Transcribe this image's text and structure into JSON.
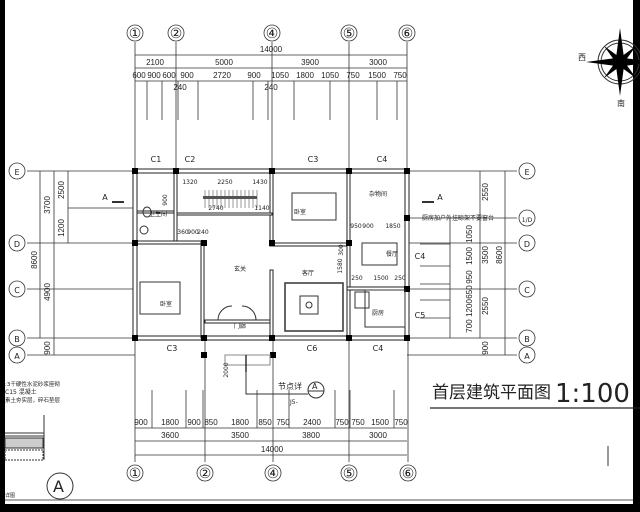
{
  "title": {
    "name": "首层建筑平面图",
    "scale": "1:100"
  },
  "compass": {
    "west": "西",
    "south": "南"
  },
  "axes": {
    "columns": [
      "①",
      "②",
      "④",
      "⑤",
      "⑥"
    ],
    "rows": [
      "E",
      "D",
      "C",
      "B",
      "A"
    ],
    "row_D_half": "1/D"
  },
  "dimensions": {
    "top_total": "14000",
    "top_bays": [
      "2100",
      "5000",
      "3900",
      "3000"
    ],
    "top_detail": [
      "600",
      "900",
      "600",
      "900",
      "2720",
      "900",
      "1050",
      "1800",
      "1050",
      "750",
      "1500",
      "750"
    ],
    "wall_240": "240",
    "bottom_detail": [
      "900",
      "1800",
      "900",
      "850",
      "1800",
      "850",
      "750",
      "2400",
      "750",
      "750",
      "1500",
      "750"
    ],
    "bottom_bays": [
      "3600",
      "3500",
      "3800",
      "3000"
    ],
    "bottom_total": "14000",
    "left": [
      "3700",
      "2500",
      "1200",
      "8600",
      "4900",
      "900"
    ],
    "right": [
      "2550",
      "1050",
      "1500",
      "3500",
      "8600",
      "950",
      "650",
      "1200",
      "2550",
      "700",
      "900"
    ],
    "interior": [
      "1320",
      "2250",
      "1430",
      "2740",
      "1140",
      "2000",
      "900",
      "360",
      "900",
      "240",
      "950",
      "900",
      "1850",
      "250",
      "1500",
      "250",
      "1580",
      "300"
    ]
  },
  "windows": {
    "top": [
      "C1",
      "C2",
      "C3",
      "C4"
    ],
    "bottom": [
      "C3",
      "C6",
      "C4"
    ],
    "right": [
      "C4",
      "C5"
    ]
  },
  "rooms": {
    "bathroom": "卫生间",
    "foyer": "玄关",
    "bedroom_left": "卧室",
    "porch": "门廊",
    "bedroom_right": "卧室",
    "living": "客厅",
    "storage": "杂物间",
    "dining": "餐厅",
    "kitchen": "厨房"
  },
  "notes": {
    "kitchen_note": "厨房加户外挂晾架不要窗台",
    "section_mark": "A",
    "detail_label": "节点详",
    "detail_ref": "A",
    "detail_sheet": "J5-",
    "detail_big": "A",
    "left_note_1": ":3干硬性水泥砂浆座砌",
    "left_note_2": "C15 混凝土",
    "left_note_3": "素土夯实层，碎石垫层",
    "left_note_4": "详图"
  }
}
